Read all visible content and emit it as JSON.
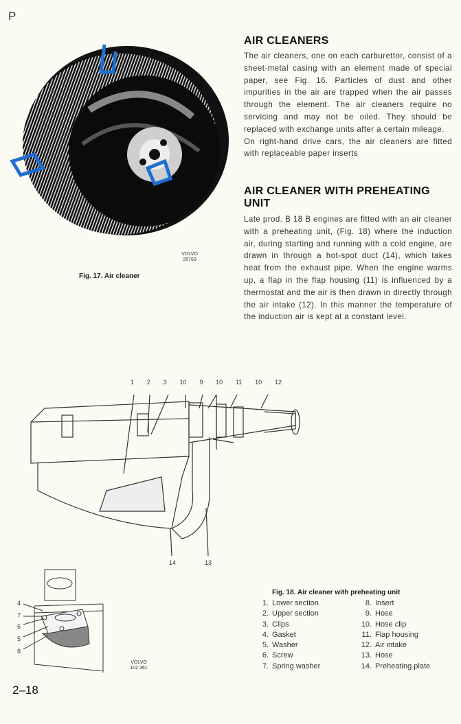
{
  "page_letter": "P",
  "fig17": {
    "caption": "Fig. 17.   Air cleaner",
    "code_brand": "VOLVO",
    "code_number": "26763"
  },
  "section1": {
    "heading": "AIR CLEANERS",
    "paragraphs": [
      "The air cleaners, one on each carburettor, consist of a sheet-metal casing with an element made of special paper, see Fig. 16. Particles of dust and other impurities in the air are trapped when the air passes through the element. The air cleaners require no servicing and may not be oiled. They should be replaced with exchange units after a certain mileage.",
      "On right-hand drive cars, the air cleaners are fitted with replaceable paper inserts"
    ]
  },
  "section2": {
    "heading": "AIR CLEANER WITH PREHEATING UNIT",
    "paragraph": "Late prod. B 18 B engines are fitted with an air cleaner with a preheating unit, (Fig. 18) where the induction air, during starting and running with a cold engine, are drawn in through a hot-spot duct (14), which takes heat from the exhaust pipe. When the engine warms up, a flap in the flap housing (11) is influenced by a thermostat and the air is then drawn in directly through the air intake (12). In this manner the temperature of the induction air is kept at a constant level."
  },
  "fig18": {
    "callouts_top": [
      "1",
      "2",
      "3",
      "10",
      "9",
      "10",
      "11",
      "10",
      "12"
    ],
    "callouts_bottom": [
      "14",
      "13"
    ],
    "callouts_inset": [
      "4",
      "7",
      "6",
      "5",
      "8"
    ],
    "code_brand": "VOLVO",
    "code_number": "102 361",
    "caption": "Fig. 18.   Air cleaner with preheating unit",
    "legend": [
      {
        "n": "1.",
        "label": "Lower section"
      },
      {
        "n": "2.",
        "label": "Upper section"
      },
      {
        "n": "3.",
        "label": "Clips"
      },
      {
        "n": "4.",
        "label": "Gasket"
      },
      {
        "n": "5.",
        "label": "Washer"
      },
      {
        "n": "6.",
        "label": "Screw"
      },
      {
        "n": "7.",
        "label": "Spring washer"
      },
      {
        "n": "8.",
        "label": "Insert"
      },
      {
        "n": "9.",
        "label": "Hose"
      },
      {
        "n": "10.",
        "label": "Hose clip"
      },
      {
        "n": "11.",
        "label": "Flap housing"
      },
      {
        "n": "12.",
        "label": "Air intake"
      },
      {
        "n": "13.",
        "label": "Hose"
      },
      {
        "n": "14.",
        "label": "Preheating plate"
      }
    ]
  },
  "page_number": "2–18",
  "colors": {
    "paper": "#fbfbf3",
    "ink": "#222222",
    "clip_blue": "#1e6fd0"
  }
}
